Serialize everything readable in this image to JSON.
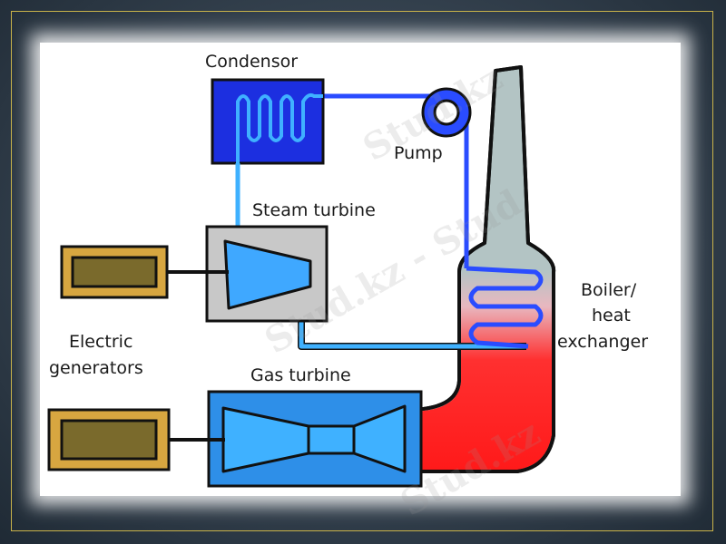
{
  "diagram": {
    "labels": {
      "condensor": "Condensor",
      "pump": "Pump",
      "steam_turbine": "Steam turbine",
      "boiler_line1": "Boiler/",
      "boiler_line2": "heat",
      "boiler_line3": "exchanger",
      "electric_line1": "Electric",
      "electric_line2": "generators",
      "gas_turbine": "Gas turbine"
    },
    "watermark": {
      "text1": "Stud.kz",
      "text2": "Stud.kz - Stud",
      "text3": "Stud.kz"
    },
    "colors": {
      "slide_bg": "#34414e",
      "frame_gold": "#c9b34a",
      "condensor_blue": "#1c2fe0",
      "water_blue": "#2a4cff",
      "steam_lightblue": "#3fb1ff",
      "turbine_blue": "#2e8fe8",
      "exhaust_red": "#ff1a1a",
      "stack_gray": "#b3c4c4",
      "housing_gray": "#c8c8c8",
      "generator_gold": "#d7a640",
      "generator_brown": "#7a6a2c"
    }
  }
}
